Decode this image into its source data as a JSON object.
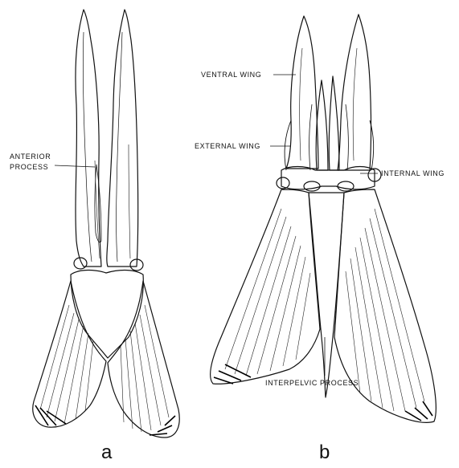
{
  "figure": {
    "panel_a": {
      "letter": "a",
      "labels": {
        "anterior_process": [
          "ANTERIOR",
          "PROCESS"
        ]
      }
    },
    "panel_b": {
      "letter": "b",
      "labels": {
        "ventral_wing": "VENTRAL WING",
        "external_wing": "EXTERNAL WING",
        "internal_wing": "INTERNAL WING",
        "interpelvic_process": "INTERPELVIC PROCESS"
      }
    }
  }
}
